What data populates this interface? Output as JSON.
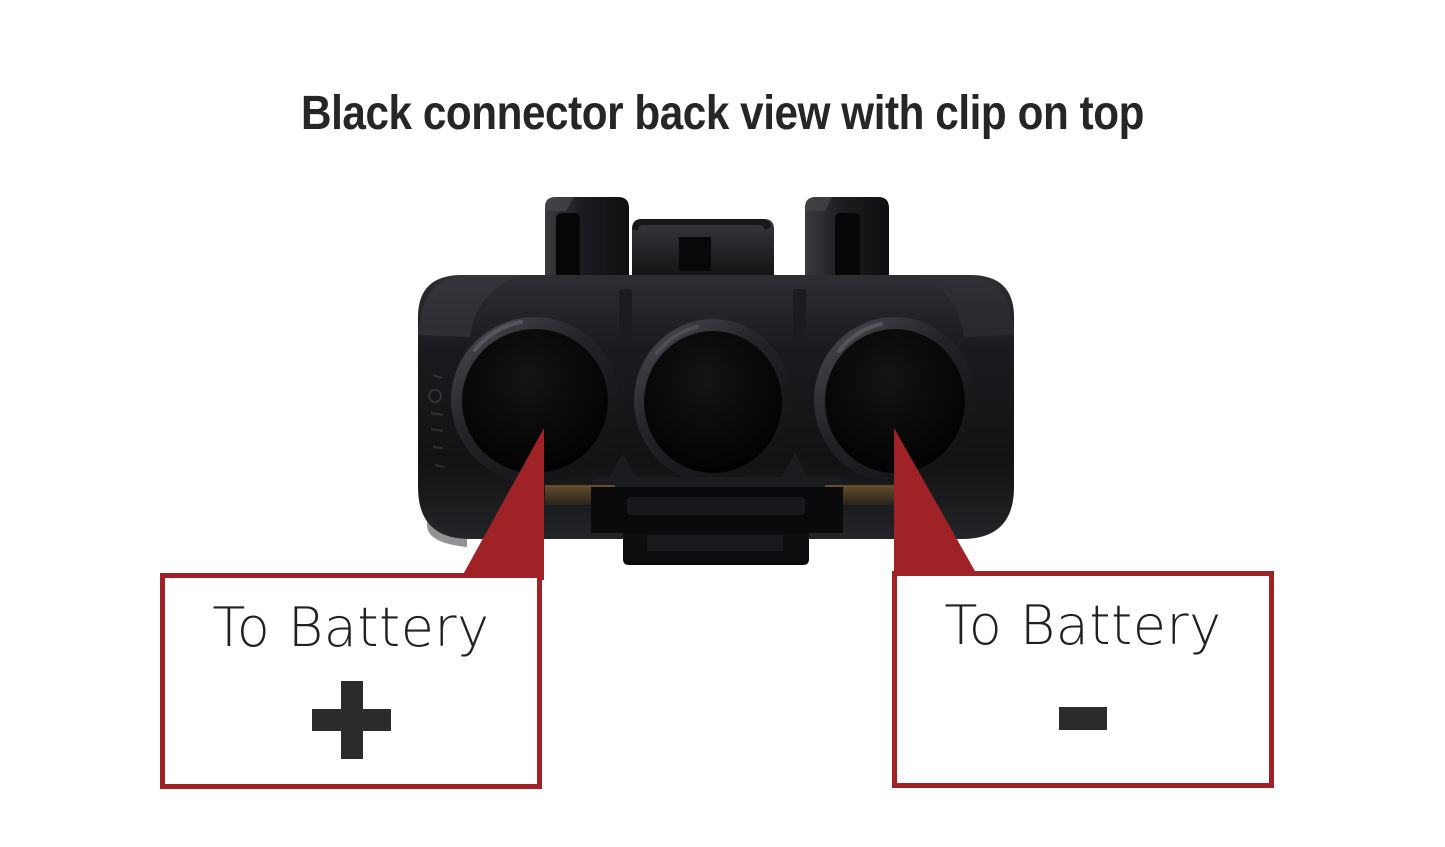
{
  "page": {
    "title": "Black connector back view with clip on top",
    "background_color": "#ffffff"
  },
  "colors": {
    "callout_border": "#9f2226",
    "arrow_red": "#9f2226",
    "symbol_dark": "#2b2b2b",
    "title_text": "#262626",
    "label_text": "#1f2124",
    "connector_black": "#0b0b0c"
  },
  "photo": {
    "subject": "three-cavity black automotive electrical connector, back view, retaining clip on top",
    "cavities": [
      {
        "name": "left-cavity",
        "role": "positive"
      },
      {
        "name": "center-cavity",
        "role": "unmarked"
      },
      {
        "name": "right-cavity",
        "role": "negative"
      }
    ]
  },
  "callouts": [
    {
      "id": "left",
      "label": "To Battery",
      "symbol": "plus",
      "symbol_char": "+",
      "target_cavity": "left-cavity"
    },
    {
      "id": "right",
      "label": "To Battery",
      "symbol": "minus",
      "symbol_char": "-",
      "target_cavity": "right-cavity"
    }
  ]
}
